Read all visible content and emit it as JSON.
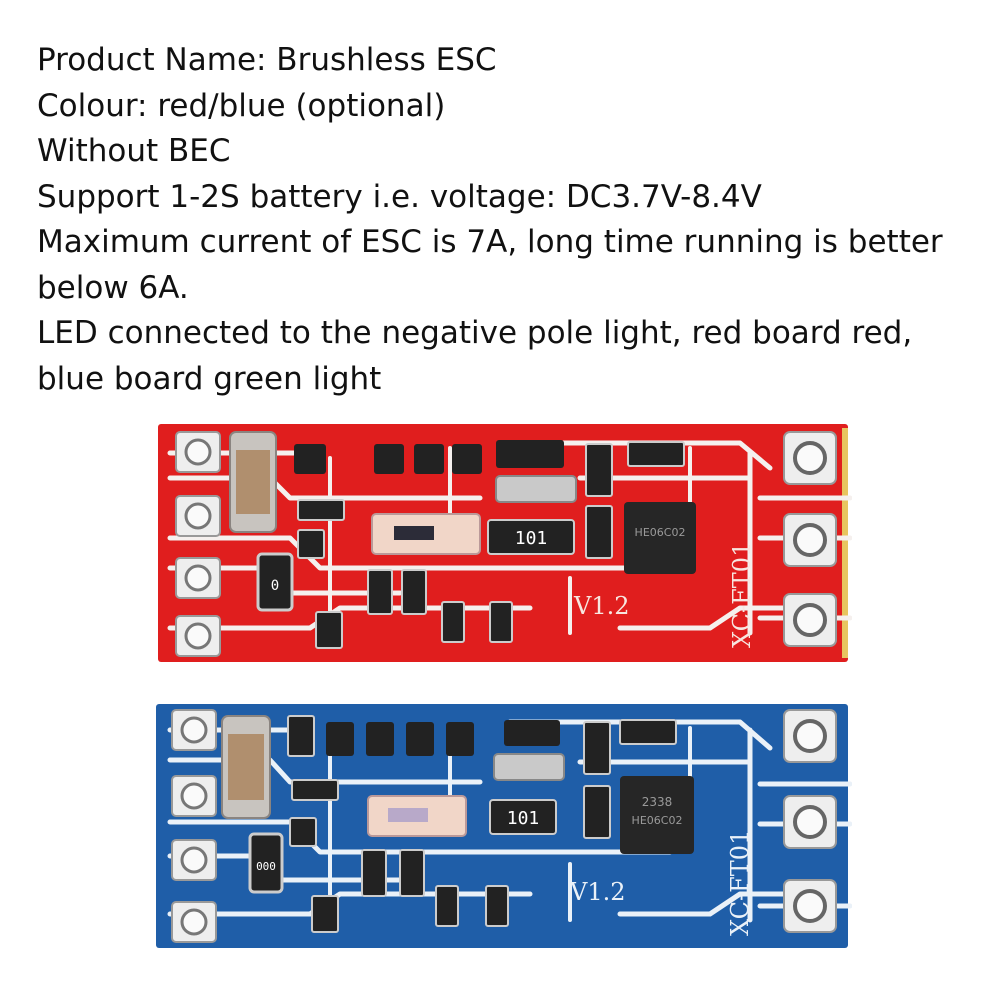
{
  "specs": [
    "Product Name: Brushless ESC",
    "Colour: red/blue (optional)",
    "Without BEC",
    "Support 1-2S battery i.e. voltage: DC3.7V-8.4V",
    "Maximum current of ESC is 7A, long time running is better below 6A.",
    "LED connected to the negative pole light, red board red, blue board green light"
  ],
  "boards": [
    {
      "color": "#e01e1e",
      "trace": "#f5f0ee",
      "version": "V1.2",
      "resistor_code": "101",
      "small_code": "0",
      "model_mark": "XC-FT01",
      "chip_code": "HE06C02"
    },
    {
      "color": "#1f5ea8",
      "trace": "#eaf1f8",
      "version": "V1.2",
      "resistor_code": "101",
      "small_code": "000",
      "model_mark": "XC-FT01",
      "chip_code": "HE06C02",
      "chip_date": "2338"
    }
  ]
}
